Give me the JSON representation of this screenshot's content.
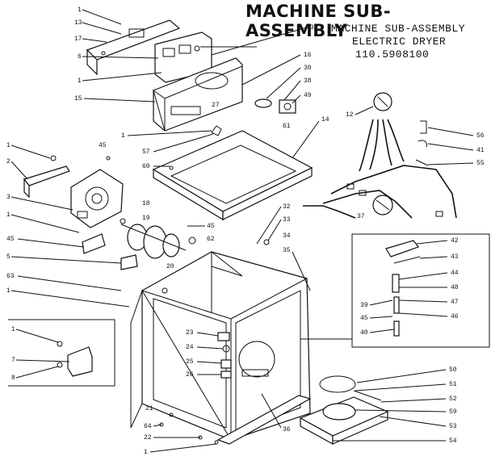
{
  "header": {
    "title": "MACHINE SUB-ASSEMBLY",
    "line1": "MACHINE SUB-ASSEMBLY",
    "line2": "ELECTRIC DRYER",
    "line3": "110.5908100"
  },
  "part_numbers": [
    "13",
    "17",
    "6",
    "1",
    "31",
    "16",
    "15",
    "27",
    "30",
    "38",
    "49",
    "61",
    "12",
    "14",
    "1",
    "57",
    "60",
    "56",
    "41",
    "55",
    "1",
    "2",
    "3",
    "1",
    "45",
    "5",
    "63",
    "1",
    "7",
    "8",
    "18",
    "19",
    "20",
    "62",
    "45",
    "32",
    "33",
    "34",
    "35",
    "37",
    "42",
    "43",
    "44",
    "48",
    "47",
    "46",
    "39",
    "45",
    "40",
    "23",
    "24",
    "25",
    "26",
    "21",
    "64",
    "22",
    "1",
    "36",
    "50",
    "51",
    "52",
    "59",
    "53",
    "54"
  ]
}
